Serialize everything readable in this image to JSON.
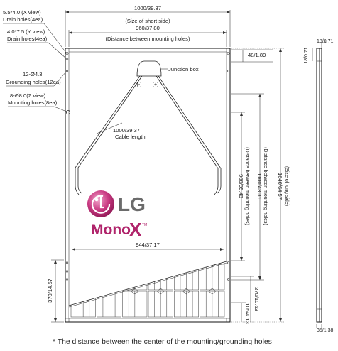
{
  "labels": {
    "drain_x": "5.5*4.0 (X view)",
    "drain_x_sub": "Drain holes(4ea)",
    "drain_y": "4.0*7.5 (Y view)",
    "drain_y_sub": "Drain holes(4ea)",
    "grounding": "12-Ø4.3",
    "grounding_sub": "Grounding holes(12ea)",
    "mounting": "8-Ø8.0(Z view)",
    "mounting_sub": "Mounting holes(8ea)",
    "short_side": "1000/39.37",
    "short_side_sub": "(Size of short side)",
    "mount_dist_h": "960/37.80",
    "mount_dist_h_sub": "(Distance between mounting holes)",
    "frame_depth": "48/1.89",
    "junction_box": "Junction box",
    "minus": "(-)",
    "plus": "(+)",
    "cable": "1000/39.37",
    "cable_sub": "Cable length",
    "dim_944": "944/37.17",
    "dim_900": "900/35.43",
    "dim_900_sub": "(Distance between mounting holes)",
    "dim_1100": "1100/43.31",
    "dim_1100_sub": "(Distance between mounting holes)",
    "dim_1640": "1640/64.57",
    "dim_1640_sub": "(Size of long side)",
    "dim_370": "370/14.57",
    "dim_105": "105/4.13",
    "dim_270": "270/10.63",
    "side_18a": "18/0.71",
    "side_18b": "18/0.71",
    "side_35": "35/1.38",
    "logo_lg": "LG",
    "logo_mono": "Mono",
    "logo_x": "X",
    "logo_tm": "TM"
  },
  "footnote": "* The distance between the center of the mounting/grounding holes",
  "colors": {
    "logo_magenta": "#b0246b",
    "logo_gray": "#6b6b6b",
    "line": "#222222"
  }
}
